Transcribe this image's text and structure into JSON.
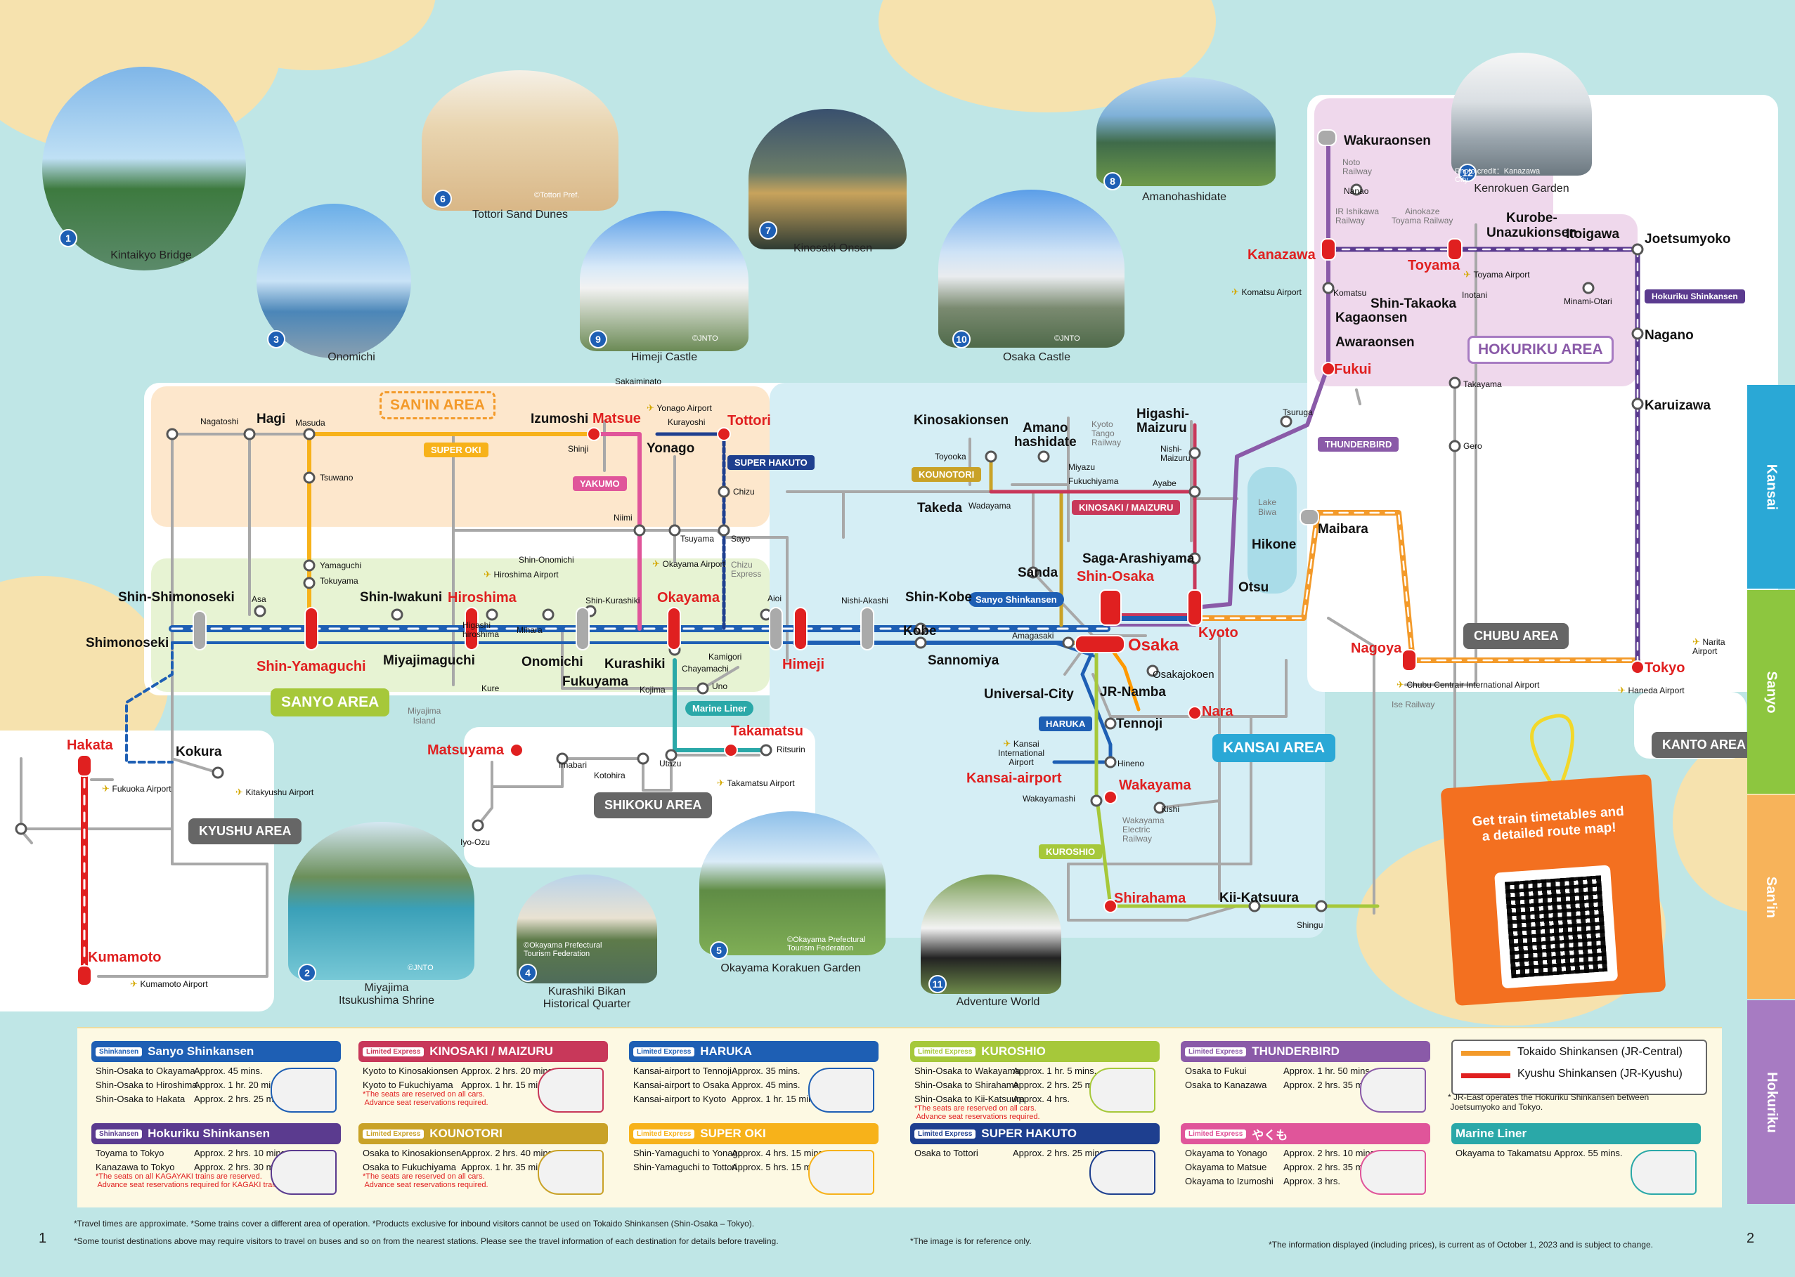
{
  "photos": [
    {
      "num": "1",
      "name": "Kintaikyo Bridge"
    },
    {
      "num": "3",
      "name": "Onomichi"
    },
    {
      "num": "6",
      "name": "Tottori Sand Dunes",
      "credit": "©Tottori Pref."
    },
    {
      "num": "9",
      "name": "Himeji Castle",
      "credit": "©JNTO"
    },
    {
      "num": "7",
      "name": "Kinosaki Onsen"
    },
    {
      "num": "10",
      "name": "Osaka Castle",
      "credit": "©JNTO"
    },
    {
      "num": "8",
      "name": "Amanohashidate"
    },
    {
      "num": "12",
      "name": "Kenrokuen Garden",
      "credit": "Photo credit：Kanazawa City"
    },
    {
      "num": "2",
      "name": "Miyajima\nItsukushima Shrine",
      "credit": "©JNTO"
    },
    {
      "num": "4",
      "name": "Kurashiki Bikan\nHistorical Quarter",
      "credit": "©Okayama Prefectural Tourism Federation"
    },
    {
      "num": "5",
      "name": "Okayama Korakuen Garden",
      "credit": "©Okayama Prefectural Tourism Federation"
    },
    {
      "num": "11",
      "name": "Adventure World"
    }
  ],
  "areas": {
    "sanin": "SAN'IN AREA",
    "sanyo": "SANYO AREA",
    "kyushu": "KYUSHU AREA",
    "shikoku": "SHIKOKU AREA",
    "kansai": "KANSAI AREA",
    "hokuriku": "HOKURIKU AREA",
    "chubu": "CHUBU AREA",
    "kanto": "KANTO AREA"
  },
  "line_tags": {
    "super_oki": "SUPER OKI",
    "yakumo": "YAKUMO",
    "super_hakuto": "SUPER HAKUTO",
    "kounotori": "KOUNOTORI",
    "kinosaki": "KINOSAKI / MAIZURU",
    "thunderbird": "THUNDERBIRD",
    "sanyo_shinkansen": "Sanyo Shinkansen",
    "haruka": "HARUKA",
    "kuroshio": "KUROSHIO",
    "marine_liner": "Marine Liner",
    "hokuriku_shinkansen": "Hokuriku Shinkansen"
  },
  "stations": {
    "red": [
      "Hakata",
      "Kumamoto",
      "Shin-Yamaguchi",
      "Hiroshima",
      "Okayama",
      "Himeji",
      "Matsue",
      "Tottori",
      "Matsuyama",
      "Takamatsu",
      "Shin-Osaka",
      "Osaka",
      "Kyoto",
      "Nara",
      "Kansai-airport",
      "Wakayama",
      "Shirahama",
      "Nagoya",
      "Tokyo",
      "Kanazawa",
      "Toyama",
      "Fukui"
    ],
    "big": [
      "Hagi",
      "Izumoshi",
      "Yonago",
      "Shin-Iwakuni",
      "Onomichi",
      "Fukuyama",
      "Kurashiki",
      "Kobe",
      "Sannomiya",
      "Shin-Kobe",
      "Sanda",
      "Saga-Arashiyama",
      "Kokura",
      "Miyajimaguchi",
      "Takeda",
      "Kinosakionsen",
      "Amano\nhashidate",
      "Higashi-\nMaizuru",
      "Otsu",
      "Hikone",
      "Maibara",
      "Universal-City",
      "JR-Namba",
      "Tennoji",
      "Kii-Katsuura",
      "Wakuraonsen",
      "Kurobe-\nUnazukionsen",
      "Itoigawa",
      "Joetsumyoko",
      "Kagaonsen",
      "Awaraonsen",
      "Shin-Takaoka",
      "Nagano",
      "Karuizawa",
      "Shin-Shimonoseki",
      "Shimonoseki"
    ],
    "small": [
      "Nagatoshi",
      "Masuda",
      "Tsuwano",
      "Yamaguchi",
      "Tokuyama",
      "Asa",
      "Higashi\nhiroshima",
      "Mihara",
      "Shin-Onomichi",
      "Shin-Kurashiki",
      "Niimi",
      "Tsuyama",
      "Sayo",
      "Chizu",
      "Aioi",
      "Nishi-Akashi",
      "Kamigori",
      "Chayamachi",
      "Kojima",
      "Uno",
      "Kure",
      "Shinji",
      "Kurayoshi",
      "Sakaiminato",
      "Toyooka",
      "Wadayama",
      "Miyazu",
      "Fukuchiyama",
      "Ayabe",
      "Nishi-\nMaizuru",
      "Tsuruga",
      "Amagasaki",
      "Osakajokoen",
      "Hineno",
      "Wakayamashi",
      "Kishi",
      "Shingu",
      "Imabari",
      "Kotohira",
      "Utazu",
      "Ritsurin",
      "Iyo-Ozu",
      "Nanao",
      "Komatsu",
      "Inotani",
      "Minami-Otari",
      "Takayama",
      "Gero"
    ],
    "grey": [
      "Miyajima\nIsland",
      "Chizu\nExpress",
      "Kyoto\nTango\nRailway",
      "Noto\nRailway",
      "IR Ishikawa\nRailway",
      "Ainokaze\nToyama Railway",
      "Lake\nBiwa",
      "Wakayama\nElectric\nRailway",
      "Ise Railway"
    ]
  },
  "airports": [
    "Fukuoka Airport",
    "Kitakyushu Airport",
    "Kumamoto Airport",
    "Hiroshima Airport",
    "Okayama Airport",
    "Yonago Airport",
    "Takamatsu Airport",
    "Kansai\nInternational\nAirport",
    "Komatsu Airport",
    "Toyama Airport",
    "Chubu Centrair International Airport",
    "Haneda Airport",
    "Narita\nAirport"
  ],
  "sidetabs": [
    {
      "label": "Kansai",
      "color": "#2aa8d6"
    },
    {
      "label": "Sanyo",
      "color": "#8dc63f"
    },
    {
      "label": "San'in",
      "color": "#f7b35a"
    },
    {
      "label": "Hokuriku",
      "color": "#a77bc2"
    }
  ],
  "qr": {
    "text": "Get train timetables and\na detailed route map!"
  },
  "legend": {
    "cards": [
      {
        "badge": "Shinkansen",
        "title": "Sanyo Shinkansen",
        "color": "#1e5fb4",
        "rows": [
          [
            "Shin-Osaka to Okayama",
            "Approx. 45 mins."
          ],
          [
            "Shin-Osaka to Hiroshima",
            "Approx. 1 hr. 20 mins."
          ],
          [
            "Shin-Osaka to Hakata",
            "Approx. 2 hrs. 25 mins."
          ]
        ],
        "note": ""
      },
      {
        "badge": "Limited Express",
        "title": "KINOSAKI / MAIZURU",
        "color": "#c8385a",
        "rows": [
          [
            "Kyoto to Kinosakionsen",
            "Approx. 2 hrs. 20 mins."
          ],
          [
            "Kyoto to Fukuchiyama",
            "Approx. 1 hr. 15 mins."
          ]
        ],
        "note": "*The seats are reserved on all cars.\n Advance seat reservations required."
      },
      {
        "badge": "Limited Express",
        "title": "HARUKA",
        "color": "#1e5fb4",
        "rows": [
          [
            "Kansai-airport to Tennoji",
            "Approx. 35 mins."
          ],
          [
            "Kansai-airport to Osaka",
            "Approx. 45 mins."
          ],
          [
            "Kansai-airport to Kyoto",
            "Approx. 1 hr. 15 mins."
          ]
        ],
        "note": ""
      },
      {
        "badge": "Limited Express",
        "title": "KUROSHIO",
        "color": "#a6c83a",
        "rows": [
          [
            "Shin-Osaka to Wakayama",
            "Approx. 1 hr. 5 mins."
          ],
          [
            "Shin-Osaka to Shirahama",
            "Approx. 2 hrs. 25 mins."
          ],
          [
            "Shin-Osaka to Kii-Katsuura",
            "Approx. 4 hrs."
          ]
        ],
        "note": "*The seats are reserved on all cars.\n Advance seat reservations required."
      },
      {
        "badge": "Limited Express",
        "title": "THUNDERBIRD",
        "color": "#8a5aa8",
        "rows": [
          [
            "Osaka to Fukui",
            "Approx. 1 hr. 50 mins."
          ],
          [
            "Osaka to Kanazawa",
            "Approx. 2 hrs. 35 mins."
          ]
        ],
        "note": ""
      },
      {
        "badge": "Shinkansen",
        "title": "Hokuriku Shinkansen",
        "color": "#5b3b8f",
        "rows": [
          [
            "Toyama to Tokyo",
            "Approx. 2 hrs. 10 mins."
          ],
          [
            "Kanazawa to Tokyo",
            "Approx. 2 hrs. 30 mins."
          ]
        ],
        "note": "*The seats on all KAGAYAKI trains are reserved.\n Advance seat reservations required for KAGAKI trains."
      },
      {
        "badge": "Limited Express",
        "title": "KOUNOTORI",
        "color": "#c9a227",
        "rows": [
          [
            "Osaka to Kinosakionsen",
            "Approx. 2 hrs. 40 mins."
          ],
          [
            "Osaka to Fukuchiyama",
            "Approx. 1 hr. 35 mins."
          ]
        ],
        "note": "*The seats are reserved on all cars.\n Advance seat reservations required."
      },
      {
        "badge": "Limited Express",
        "title": "SUPER OKI",
        "color": "#f7b21a",
        "rows": [
          [
            "Shin-Yamaguchi to Yonago",
            "Approx. 4 hrs. 15 mins."
          ],
          [
            "Shin-Yamaguchi to Tottori",
            "Approx. 5 hrs. 15 mins."
          ]
        ],
        "note": ""
      },
      {
        "badge": "Limited Express",
        "title": "SUPER HAKUTO",
        "color": "#1e3f8f",
        "rows": [
          [
            "Osaka to Tottori",
            "Approx. 2 hrs. 25 mins."
          ]
        ],
        "note": ""
      },
      {
        "badge": "Limited Express",
        "title": "やくも",
        "color": "#e0559a",
        "rows": [
          [
            "Okayama to Yonago",
            "Approx. 2 hrs. 10 mins."
          ],
          [
            "Okayama to Matsue",
            "Approx. 2 hrs. 35 mins."
          ],
          [
            "Okayama to Izumoshi",
            "Approx. 3 hrs."
          ]
        ],
        "note": ""
      },
      {
        "badge": "",
        "title": "Marine Liner",
        "color": "#2aa8a8",
        "rows": [
          [
            "Okayama to Takamatsu",
            "Approx. 55 mins."
          ]
        ],
        "note": ""
      }
    ],
    "key": {
      "tokaido": "Tokaido Shinkansen (JR-Central)",
      "kyushu": "Kyushu Shinkansen (JR-Kyushu)",
      "note": "* JR-East operates the Hokuriku Shinkansen between\n Joetsumyoko and Tokyo."
    }
  },
  "footer": {
    "page_left": "1",
    "page_right": "2",
    "note1": "*Travel times are approximate.  *Some trains cover a different area of operation.  *Products exclusive for inbound visitors cannot be used on Tokaido Shinkansen (Shin-Osaka – Tokyo).",
    "note2": "*Some tourist destinations above may require visitors to travel on buses and so on from the nearest stations. Please see the travel information of each destination for details before traveling.",
    "note3": "*The image is for reference only.",
    "note4": "*The information displayed (including prices), is current as of October 1, 2023 and is subject to change."
  }
}
